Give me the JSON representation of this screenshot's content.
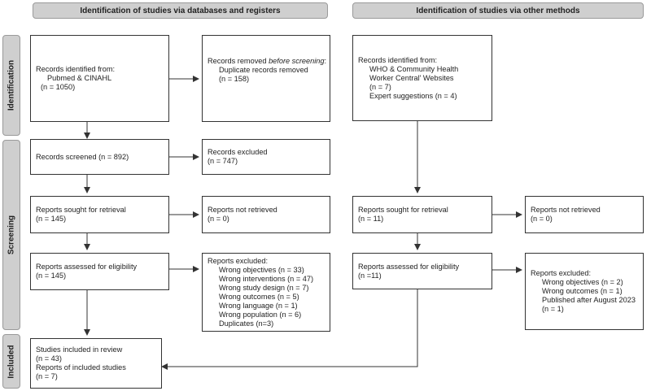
{
  "headers": {
    "databases": "Identification of studies via databases and registers",
    "other": "Identification of studies via other methods"
  },
  "phases": {
    "identification": "Identification",
    "screening": "Screening",
    "included": "Included"
  },
  "left": {
    "records_identified": {
      "title": "Records identified from:",
      "source": "Pubmed & CINAHL",
      "count": "(n = 1050)"
    },
    "records_removed": {
      "title_start": "Records removed ",
      "title_em": "before screening",
      "title_end": ":",
      "item": "Duplicate records removed",
      "count": "(n = 158)"
    },
    "records_screened": "Records screened (n = 892)",
    "records_excluded": {
      "title": "Records excluded",
      "count": "(n = 747)"
    },
    "reports_sought": {
      "title": "Reports sought for retrieval",
      "count": "(n = 145)"
    },
    "reports_not_retrieved": {
      "title": "Reports not retrieved",
      "count": "(n = 0)"
    },
    "reports_assessed": {
      "title": "Reports assessed for eligibility",
      "count": "(n = 145)"
    },
    "reports_excluded": {
      "title": "Reports excluded:",
      "items": [
        "Wrong objectives (n = 33)",
        "Wrong interventions (n = 47)",
        "Wrong study design (n = 7)",
        "Wrong outcomes (n = 5)",
        "Wrong language (n = 1)",
        "Wrong population (n = 6)",
        "Duplicates (n=3)"
      ]
    },
    "included": {
      "line1": "Studies included in review",
      "line2": "(n = 43)",
      "line3": "Reports of included studies",
      "line4": "(n = 7)"
    }
  },
  "right": {
    "records_identified": {
      "title": "Records identified from:",
      "source1": "WHO & Community Health",
      "source2": "Worker Central' Websites",
      "count1": "(n = 7)",
      "source3": "Expert suggestions (n = 4)"
    },
    "reports_sought": {
      "title": "Reports sought for retrieval",
      "count": "(n = 11)"
    },
    "reports_not_retrieved": {
      "title": "Reports not retrieved",
      "count": "(n = 0)"
    },
    "reports_assessed": {
      "title": "Reports assessed for eligibility",
      "count": "(n =11)"
    },
    "reports_excluded": {
      "title": "Reports excluded:",
      "items": [
        "Wrong objectives (n = 2)",
        "Wrong outcomes (n = 1)",
        "Published after August 2023",
        "(n = 1)"
      ]
    }
  }
}
